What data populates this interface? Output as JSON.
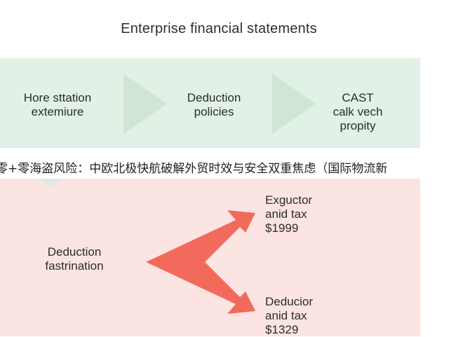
{
  "diagram": {
    "title": "Enterprise financial statements",
    "top_row": {
      "boxes": [
        {
          "lines": [
            "Hore sttation",
            "extemiure"
          ]
        },
        {
          "lines": [
            "Deduction",
            "policies"
          ]
        },
        {
          "lines": [
            "CAST",
            "calk vech",
            "propity"
          ]
        }
      ]
    },
    "ticker_text": "零+零海盗风险：中欧北极快航破解外贸时效与安全双重焦虑（国际物流新",
    "bottom": {
      "source": {
        "lines": [
          "Deduction",
          "fastrination"
        ]
      },
      "targets": [
        {
          "lines": [
            "Exguctor",
            "anid tax"
          ],
          "amount": "$1999"
        },
        {
          "lines": [
            "Deducior",
            "anid tax"
          ],
          "amount": "$1329"
        }
      ]
    },
    "colors": {
      "top_band": "#e1f1e5",
      "bottom_band": "#fbe4e1",
      "chevron": "#cfe6d4",
      "arrow": "#f26a5b"
    }
  }
}
